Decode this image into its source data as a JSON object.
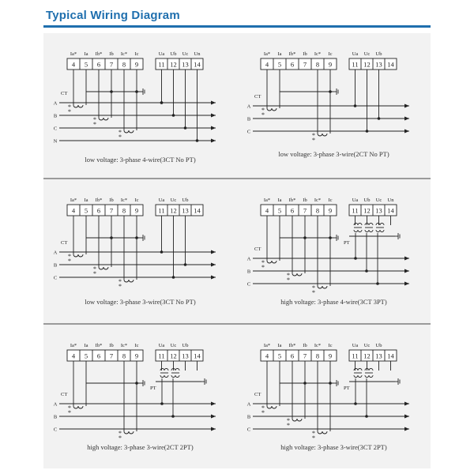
{
  "header": {
    "title": "Typical Wiring Diagram"
  },
  "colors": {
    "title": "#1f6fae",
    "panel": "#f2f2f2",
    "line": "#222222"
  },
  "diagrams": [
    {
      "id": "d1",
      "caption": "low voltage: 3-phase 4-wire(3CT  No PT)",
      "current_labels": [
        "Ia*",
        "Ia",
        "Ib*",
        "Ib",
        "Ic*",
        "Ic"
      ],
      "current_terminals": [
        "4",
        "5",
        "6",
        "7",
        "8",
        "9"
      ],
      "voltage_labels": [
        "Ua",
        "Ub",
        "Uc",
        "Un"
      ],
      "voltage_terminals": [
        "11",
        "12",
        "13",
        "14"
      ],
      "ct_label": "CT",
      "pt_label": "",
      "phases": [
        "A",
        "B",
        "C",
        "N"
      ]
    },
    {
      "id": "d2",
      "caption": "low voltage: 3-phase 3-wire(2CT  No PT)",
      "current_labels": [
        "Ia*",
        "Ia",
        "Ib*",
        "Ib",
        "Ic*",
        "Ic"
      ],
      "current_terminals": [
        "4",
        "5",
        "6",
        "7",
        "8",
        "9"
      ],
      "voltage_labels": [
        "Ua",
        "Uc",
        "Ub"
      ],
      "voltage_terminals": [
        "11",
        "12",
        "13",
        "14"
      ],
      "ct_label": "CT",
      "pt_label": "",
      "phases": [
        "A",
        "B",
        "C"
      ]
    },
    {
      "id": "d3",
      "caption": "low voltage: 3-phase 3-wire(3CT  No PT)",
      "current_labels": [
        "Ia*",
        "Ia",
        "Ib*",
        "Ib",
        "Ic*",
        "Ic"
      ],
      "current_terminals": [
        "4",
        "5",
        "6",
        "7",
        "8",
        "9"
      ],
      "voltage_labels": [
        "Ua",
        "Uc",
        "Ub"
      ],
      "voltage_terminals": [
        "11",
        "12",
        "13",
        "14"
      ],
      "ct_label": "CT",
      "pt_label": "",
      "phases": [
        "A",
        "B",
        "C"
      ]
    },
    {
      "id": "d4",
      "caption": "high voltage: 3-phase 4-wire(3CT 3PT)",
      "current_labels": [
        "Ia*",
        "Ia",
        "Ib*",
        "Ib",
        "Ic*",
        "Ic"
      ],
      "current_terminals": [
        "4",
        "5",
        "6",
        "7",
        "8",
        "9"
      ],
      "voltage_labels": [
        "Ua",
        "Ub",
        "Uc",
        "Un"
      ],
      "voltage_terminals": [
        "11",
        "12",
        "13",
        "14"
      ],
      "ct_label": "CT",
      "pt_label": "PT",
      "phases": [
        "A",
        "B",
        "C"
      ]
    },
    {
      "id": "d5",
      "caption": "high voltage: 3-phase 3-wire(2CT 2PT)",
      "current_labels": [
        "Ia*",
        "Ia",
        "Ib*",
        "Ib",
        "Ic*",
        "Ic"
      ],
      "current_terminals": [
        "4",
        "5",
        "6",
        "7",
        "8",
        "9"
      ],
      "voltage_labels": [
        "Ua",
        "Uc",
        "Ub"
      ],
      "voltage_terminals": [
        "11",
        "12",
        "13",
        "14"
      ],
      "ct_label": "CT",
      "pt_label": "PT",
      "phases": [
        "A",
        "B",
        "C"
      ]
    },
    {
      "id": "d6",
      "caption": "high voltage: 3-phase 3-wire(3CT 2PT)",
      "current_labels": [
        "Ia*",
        "Ia",
        "Ib*",
        "Ib",
        "Ic*",
        "Ic"
      ],
      "current_terminals": [
        "4",
        "5",
        "6",
        "7",
        "8",
        "9"
      ],
      "voltage_labels": [
        "Ua",
        "Uc",
        "Ub"
      ],
      "voltage_terminals": [
        "11",
        "12",
        "13",
        "14"
      ],
      "ct_label": "CT",
      "pt_label": "PT",
      "phases": [
        "A",
        "B",
        "C"
      ]
    }
  ]
}
